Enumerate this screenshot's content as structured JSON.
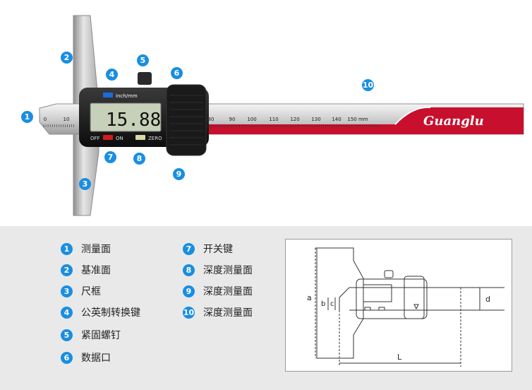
{
  "brand": "Guanglu",
  "display": {
    "reading": "15.88",
    "unit_button": "inch/mm",
    "off_label": "OFF",
    "on_label": "ON",
    "zero_label": "ZERO"
  },
  "scale": {
    "ticks": [
      "0",
      "10",
      "80",
      "90",
      "100",
      "110",
      "120",
      "130",
      "140",
      "150 mm"
    ]
  },
  "callouts": [
    "1",
    "2",
    "3",
    "4",
    "5",
    "6",
    "7",
    "8",
    "9",
    "10"
  ],
  "legend": [
    {
      "num": "1",
      "text": "测量面"
    },
    {
      "num": "2",
      "text": "基准面"
    },
    {
      "num": "3",
      "text": "尺框"
    },
    {
      "num": "4",
      "text": "公英制转换键"
    },
    {
      "num": "5",
      "text": "紧固螺钉"
    },
    {
      "num": "6",
      "text": "数据口"
    },
    {
      "num": "7",
      "text": "开关键"
    },
    {
      "num": "8",
      "text": "深度测量面"
    },
    {
      "num": "9",
      "text": "深度测量面"
    },
    {
      "num": "10",
      "text": "深度测量面"
    }
  ],
  "drawing": {
    "labels": {
      "a": "a",
      "b": "b",
      "c": "c",
      "d": "d",
      "L": "L"
    }
  },
  "colors": {
    "accent": "#1a8ee0",
    "red_stripe": "#c8102e",
    "lcd": "#c7d0b8"
  }
}
